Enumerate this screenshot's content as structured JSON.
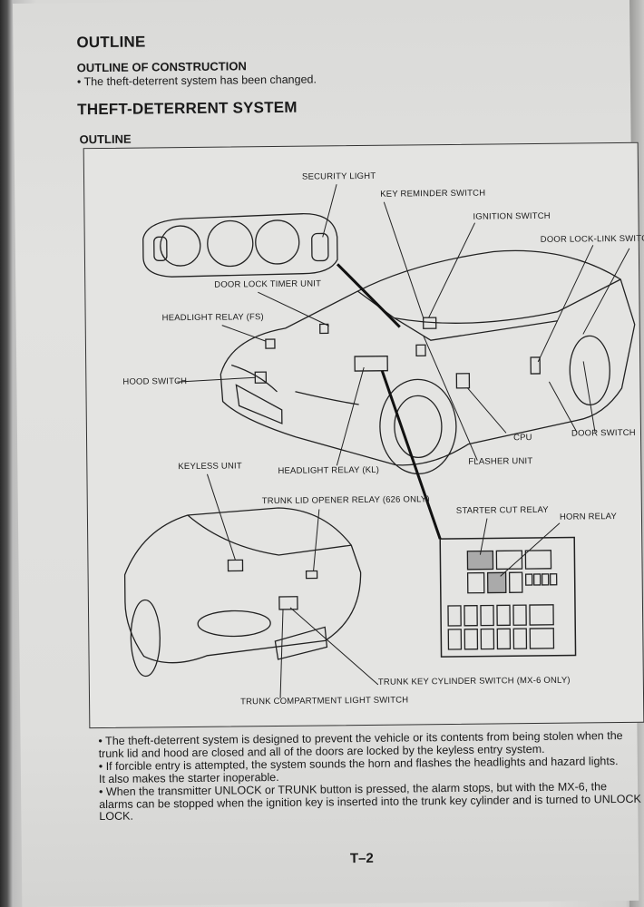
{
  "outline_heading": "OUTLINE",
  "construction_heading": "OUTLINE OF CONSTRUCTION",
  "construction_note": "• The theft-deterrent system has been changed.",
  "section_heading": "THEFT-DETERRENT SYSTEM",
  "sub_heading": "OUTLINE",
  "labels": {
    "security_light": "SECURITY LIGHT",
    "key_reminder_switch": "KEY REMINDER SWITCH",
    "ignition_switch": "IGNITION SWITCH",
    "door_lock_link_switch": "DOOR LOCK-LINK SWITCH",
    "door_lock_timer_unit": "DOOR LOCK TIMER UNIT",
    "headlight_relay_fs": "HEADLIGHT RELAY (FS)",
    "hood_switch": "HOOD SWITCH",
    "cpu": "CPU",
    "door_switch": "DOOR SWITCH",
    "keyless_unit": "KEYLESS UNIT",
    "headlight_relay_kl": "HEADLIGHT RELAY (KL)",
    "flasher_unit": "FLASHER UNIT",
    "trunk_lid_opener_relay": "TRUNK LID OPENER RELAY (626 ONLY)",
    "starter_cut_relay": "STARTER CUT RELAY",
    "horn_relay": "HORN RELAY",
    "trunk_key_cylinder_switch": "TRUNK KEY CYLINDER SWITCH (MX-6 ONLY)",
    "trunk_compartment_light_switch": "TRUNK COMPARTMENT LIGHT SWITCH"
  },
  "bullets": [
    [
      "• The theft-deterrent system is designed to prevent the vehicle or its contents from being stolen when the",
      "  trunk lid and hood are closed and all of the doors are locked by the keyless entry system."
    ],
    [
      "• If forcible entry is attempted, the system sounds the horn and flashes the headlights and hazard lights.",
      "  It also makes the starter inoperable."
    ],
    [
      "• When the transmitter UNLOCK or TRUNK button is pressed, the alarm stops, but with the MX-6, the",
      "  alarms can be stopped when the ignition key is inserted into the trunk key cylinder and is turned to UNLOCK",
      "  LOCK."
    ]
  ],
  "page_number": "T–2"
}
